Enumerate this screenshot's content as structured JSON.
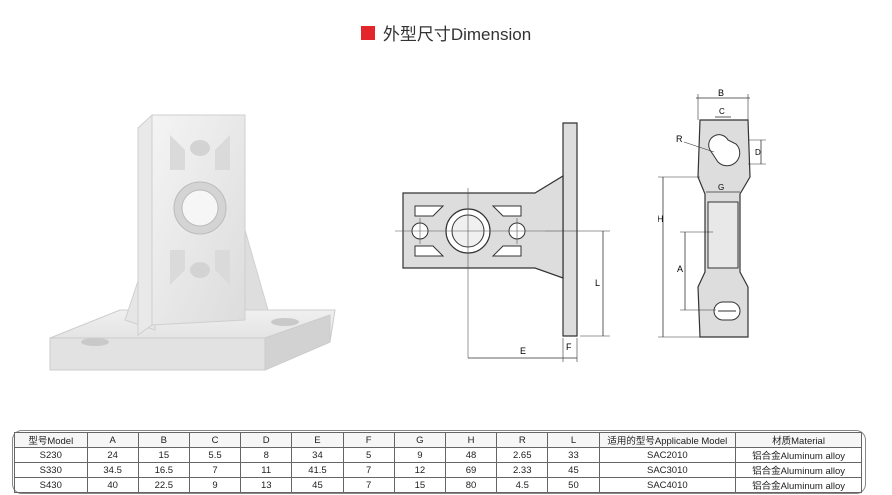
{
  "header": {
    "title": "外型尺寸Dimension"
  },
  "drawing_labels": {
    "e": "E",
    "f": "F",
    "l": "L",
    "b": "B",
    "c": "C",
    "d": "D",
    "r": "R",
    "g": "G",
    "h": "H",
    "a": "A"
  },
  "table": {
    "columns": [
      "型号Model",
      "A",
      "B",
      "C",
      "D",
      "E",
      "F",
      "G",
      "H",
      "R",
      "L",
      "适用的型号Applicable Model",
      "材质Material"
    ],
    "rows": [
      [
        "S230",
        "24",
        "15",
        "5.5",
        "8",
        "34",
        "5",
        "9",
        "48",
        "2.65",
        "33",
        "SAC2010",
        "铝合金Aluminum alloy"
      ],
      [
        "S330",
        "34.5",
        "16.5",
        "7",
        "11",
        "41.5",
        "7",
        "12",
        "69",
        "2.33",
        "45",
        "SAC3010",
        "铝合金Aluminum alloy"
      ],
      [
        "S430",
        "40",
        "22.5",
        "9",
        "13",
        "45",
        "7",
        "15",
        "80",
        "4.5",
        "50",
        "SAC4010",
        "铝合金Aluminum alloy"
      ]
    ]
  }
}
